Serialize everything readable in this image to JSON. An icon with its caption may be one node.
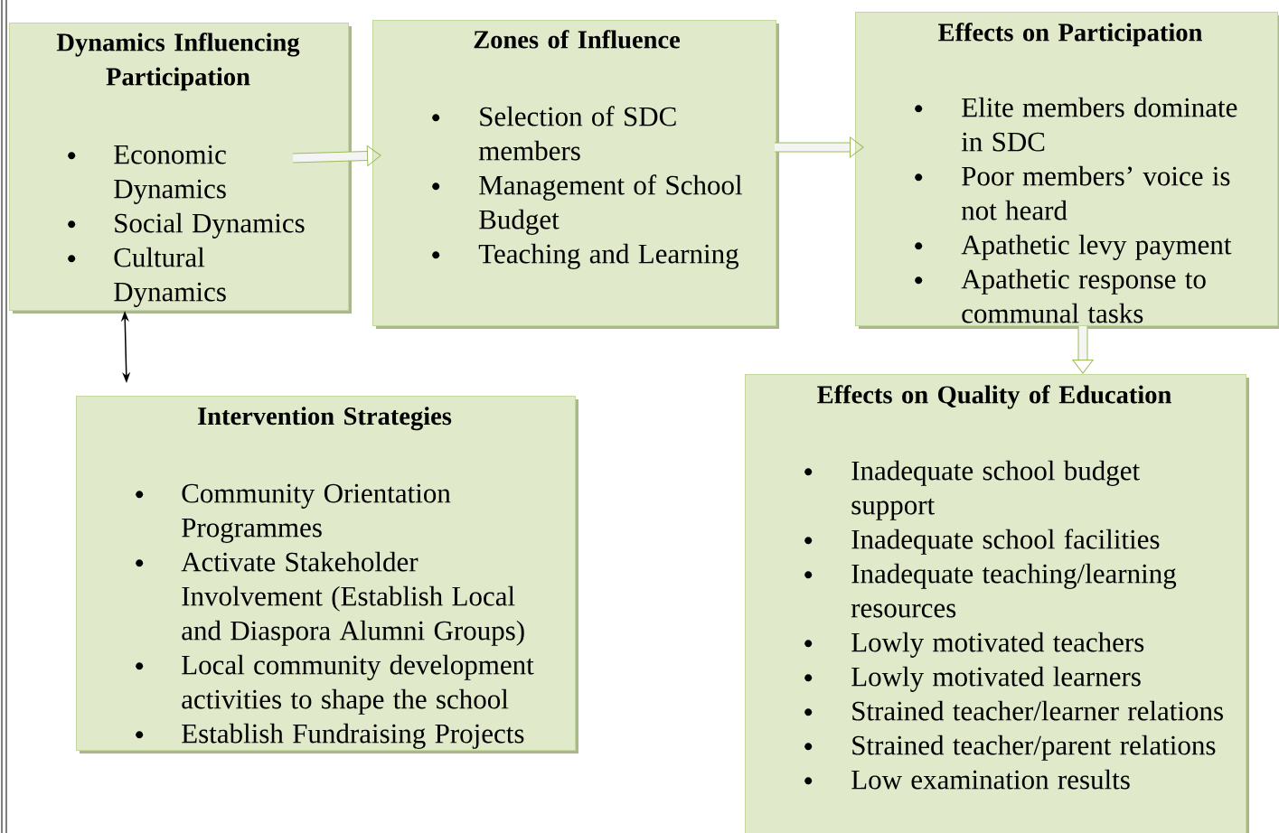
{
  "diagram": {
    "nodes": [
      {
        "text": [
          "Dynamics Influencing Participation",
          "Economic Dynamics",
          "Social Dynamics",
          "Cultural Dynamics"
        ]
      },
      {
        "text": [
          "Zones of Influence",
          "Selection of SDC members",
          "Management of School Budget",
          "Teaching and Learning"
        ]
      },
      {
        "text": [
          "Effects on Participation",
          "Elite members dominate in SDC",
          "Poor members’ voice is not heard",
          "Apathetic levy payment",
          "Apathetic response to communal tasks"
        ]
      },
      {
        "text": [
          "Intervention Strategies",
          "Community Orientation Programmes",
          "Activate Stakeholder Involvement (Establish Local and Diaspora Alumni Groups)",
          "Local community development activities to shape the school",
          "Establish Fundraising Projects"
        ]
      },
      {
        "text": [
          "Effects on Quality of Education",
          "Inadequate school budget support",
          "Inadequate school facilities",
          "Inadequate teaching/learning resources",
          "Lowly motivated teachers",
          "Lowly motivated learners",
          "Strained teacher/learner relations",
          "Strained teacher/parent relations",
          "Low examination results"
        ]
      }
    ],
    "edges": [
      {
        "from": 0,
        "to": 1,
        "arrow": "to"
      },
      {
        "from": 1,
        "to": 2,
        "arrow": "to"
      },
      {
        "from": 2,
        "to": 4,
        "arrow": "to"
      },
      {
        "from": 0,
        "to": 3,
        "arrow": "both",
        "color": "#000000"
      }
    ]
  }
}
